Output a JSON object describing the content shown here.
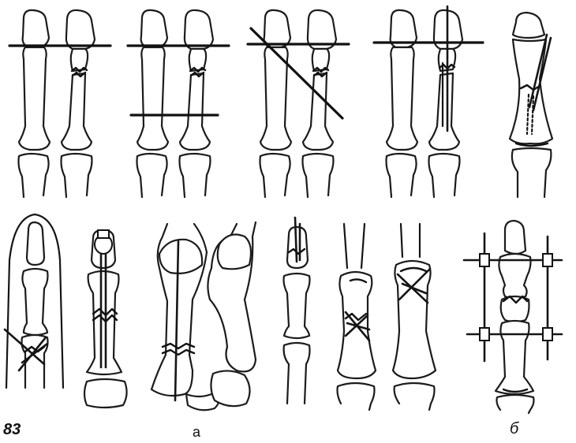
{
  "figure": {
    "number": "83",
    "label_a": "а",
    "label_b": "б"
  },
  "colors": {
    "ink": "#111111",
    "paper": "#ffffff"
  }
}
